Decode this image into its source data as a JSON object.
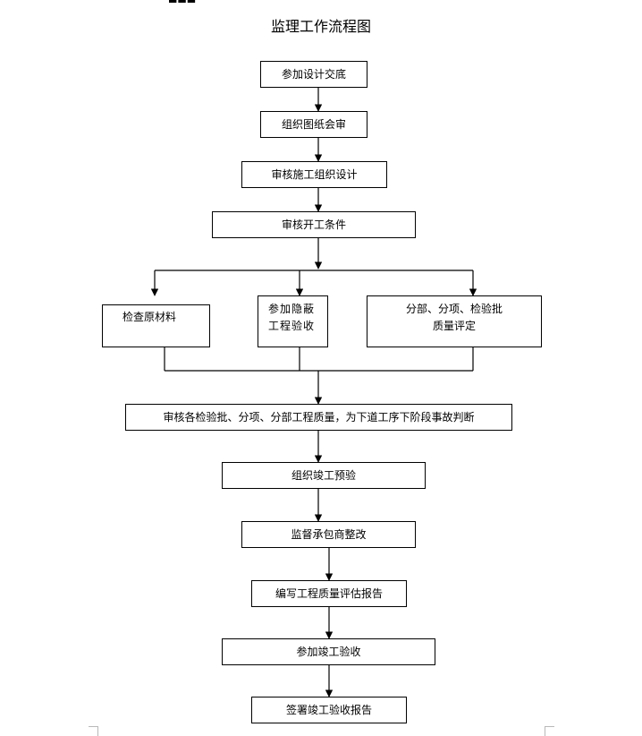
{
  "document": {
    "title": "监理工作流程图"
  },
  "flowchart": {
    "steps": [
      "参加设计交底",
      "组织图纸会审",
      "审核施工组织设计",
      "审核开工条件"
    ],
    "branches": [
      "检查原材料",
      "参加隐蔽\n工程验收",
      "分部、分项、检验批\n质量评定"
    ],
    "merge_step": "审核各检验批、分项、分部工程质量，为下道工序下阶段事故判断",
    "final_steps": [
      "组织竣工预验",
      "监督承包商整改",
      "编写工程质量评估报告",
      "参加竣工验收",
      "签署竣工验收报告"
    ]
  },
  "style": {
    "line_color": "#000000",
    "background_color": "#ffffff"
  }
}
